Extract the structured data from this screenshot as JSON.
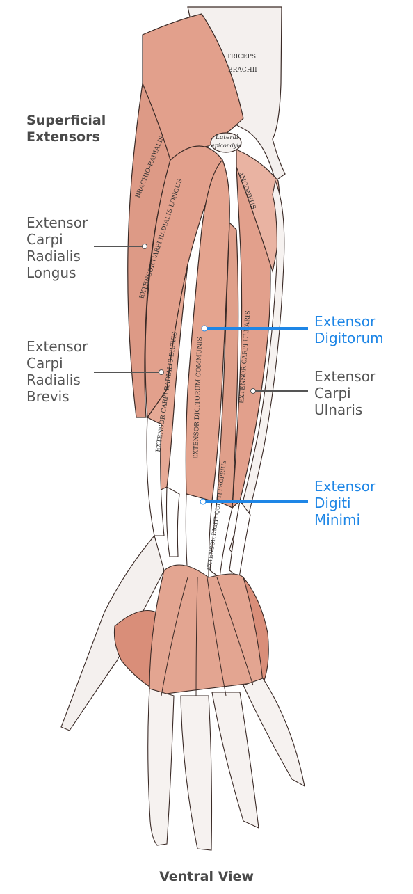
{
  "heading": "Superficial\nExtensors",
  "caption": "Ventral View",
  "colors": {
    "muscle": "#e2a08c",
    "tendon": "#ffffff",
    "outline": "#3a2a26",
    "highlight": "#1e86e6",
    "label": "#555555"
  },
  "labels": {
    "ecrl": "Extensor\nCarpi\nRadialis\nLongus",
    "ecrb": "Extensor\nCarpi\nRadialis\nBrevis",
    "ed": "Extensor\nDigitorum",
    "ecu": "Extensor\nCarpi\nUlnaris",
    "edm": "Extensor\nDigiti\nMinimi"
  },
  "illustration_text": {
    "triceps": "TRICEPS",
    "brachii": "BRACHII",
    "lateral1": "Lateral",
    "lateral2": "epicondyle",
    "anconeus": "ANCONEUS",
    "brachioradialis": "BRACHIO-RADIALIS",
    "ecrl_long": "EXTENSOR CARPI RADIALIS LONGUS",
    "ecrb_long": "EXTENSOR CARPI RADIALIS BREVIS",
    "ed_long": "EXTENSOR DIGITORUM COMMUNIS",
    "ecu_long": "EXTENSOR CARPI ULNARIS",
    "edq_long": "EXTENSOR DIGITI QUINTI PROPRIUS"
  }
}
